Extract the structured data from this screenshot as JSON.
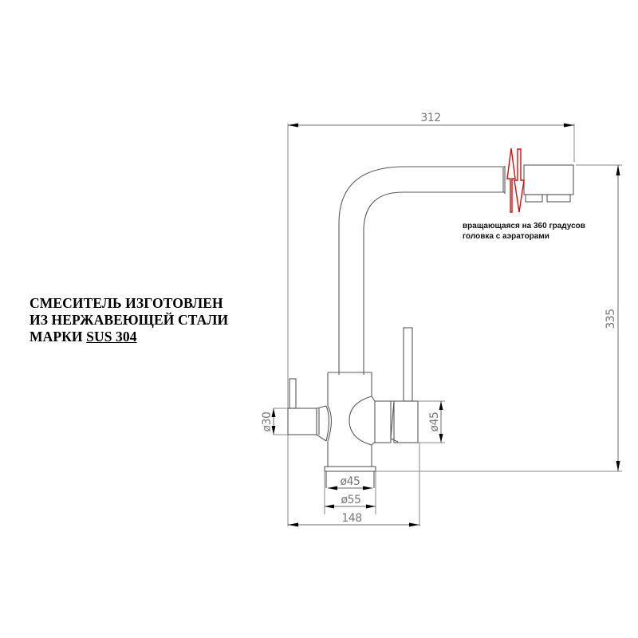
{
  "note": {
    "line1": "СМЕСИТЕЛЬ ИЗГОТОВЛЕН",
    "line2": "ИЗ НЕРЖАВЕЮЩЕЙ СТАЛИ",
    "line3_prefix": "МАРКИ ",
    "line3_underlined": "SUS 304"
  },
  "caption": {
    "line1": "вращающаяся на 360 градусов",
    "line2": "головка с аэраторами"
  },
  "dimensions": {
    "overall_width": "312",
    "overall_height": "335",
    "base_width": "148",
    "left_handle_diameter": "ø30",
    "right_handle_diameter": "ø45",
    "base_inner_diameter": "ø45",
    "base_outer_diameter": "ø55"
  },
  "colors": {
    "line": "#5a5a5a",
    "dimension_text": "#777777",
    "rotation_arrows": "#d01010",
    "note_text": "#000000"
  }
}
